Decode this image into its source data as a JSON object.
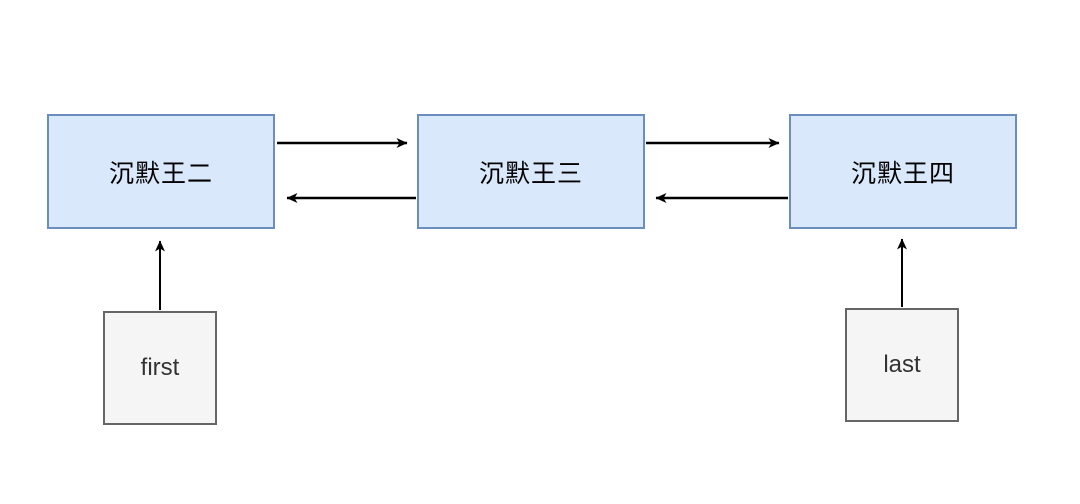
{
  "diagram": {
    "type": "doubly-linked-list",
    "background": "#ffffff",
    "nodes": [
      {
        "id": "node-wang2",
        "label": "沉默王二"
      },
      {
        "id": "node-wang3",
        "label": "沉默王三"
      },
      {
        "id": "node-wang4",
        "label": "沉默王四"
      }
    ],
    "pointers": [
      {
        "id": "first",
        "label": "first",
        "points_to": "沉默王二"
      },
      {
        "id": "last",
        "label": "last",
        "points_to": "沉默王四"
      }
    ],
    "edges": [
      {
        "from": "沉默王二",
        "to": "沉默王三",
        "direction": "next"
      },
      {
        "from": "沉默王三",
        "to": "沉默王二",
        "direction": "prev"
      },
      {
        "from": "沉默王三",
        "to": "沉默王四",
        "direction": "next"
      },
      {
        "from": "沉默王四",
        "to": "沉默王三",
        "direction": "prev"
      },
      {
        "from": "first",
        "to": "沉默王二",
        "direction": "up"
      },
      {
        "from": "last",
        "to": "沉默王四",
        "direction": "up"
      }
    ],
    "colors": {
      "node_fill": "#dae8fc",
      "node_border": "#6c8ebf",
      "pointer_fill": "#f5f5f5",
      "pointer_border": "#666666",
      "pointer_text": "#333333",
      "arrow": "#000000"
    }
  }
}
